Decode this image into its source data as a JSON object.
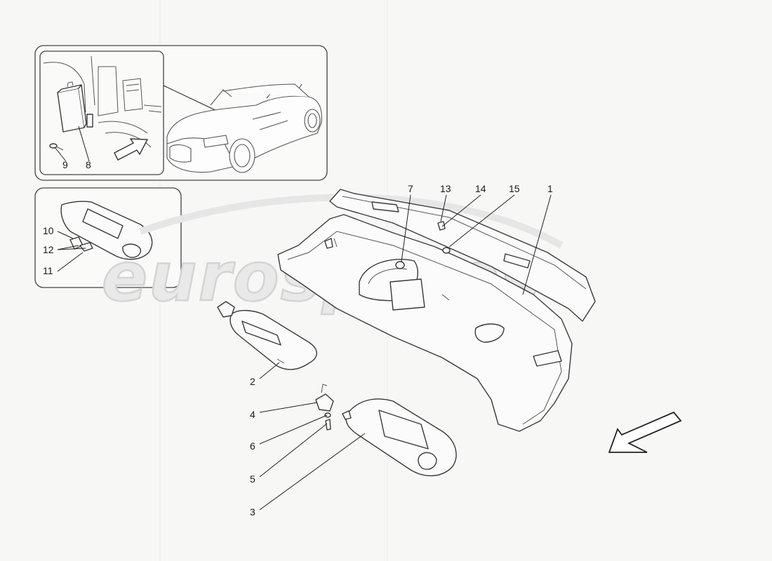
{
  "watermark": {
    "text": "eurospares"
  },
  "callouts": [
    {
      "id": "1",
      "label": "1"
    },
    {
      "id": "2",
      "label": "2"
    },
    {
      "id": "3",
      "label": "3"
    },
    {
      "id": "4",
      "label": "4"
    },
    {
      "id": "5",
      "label": "5"
    },
    {
      "id": "6",
      "label": "6"
    },
    {
      "id": "7",
      "label": "7"
    },
    {
      "id": "8",
      "label": "8"
    },
    {
      "id": "9",
      "label": "9"
    },
    {
      "id": "10",
      "label": "10"
    },
    {
      "id": "11",
      "label": "11"
    },
    {
      "id": "12",
      "label": "12"
    },
    {
      "id": "13",
      "label": "13"
    },
    {
      "id": "14",
      "label": "14"
    },
    {
      "id": "15",
      "label": "15"
    }
  ]
}
